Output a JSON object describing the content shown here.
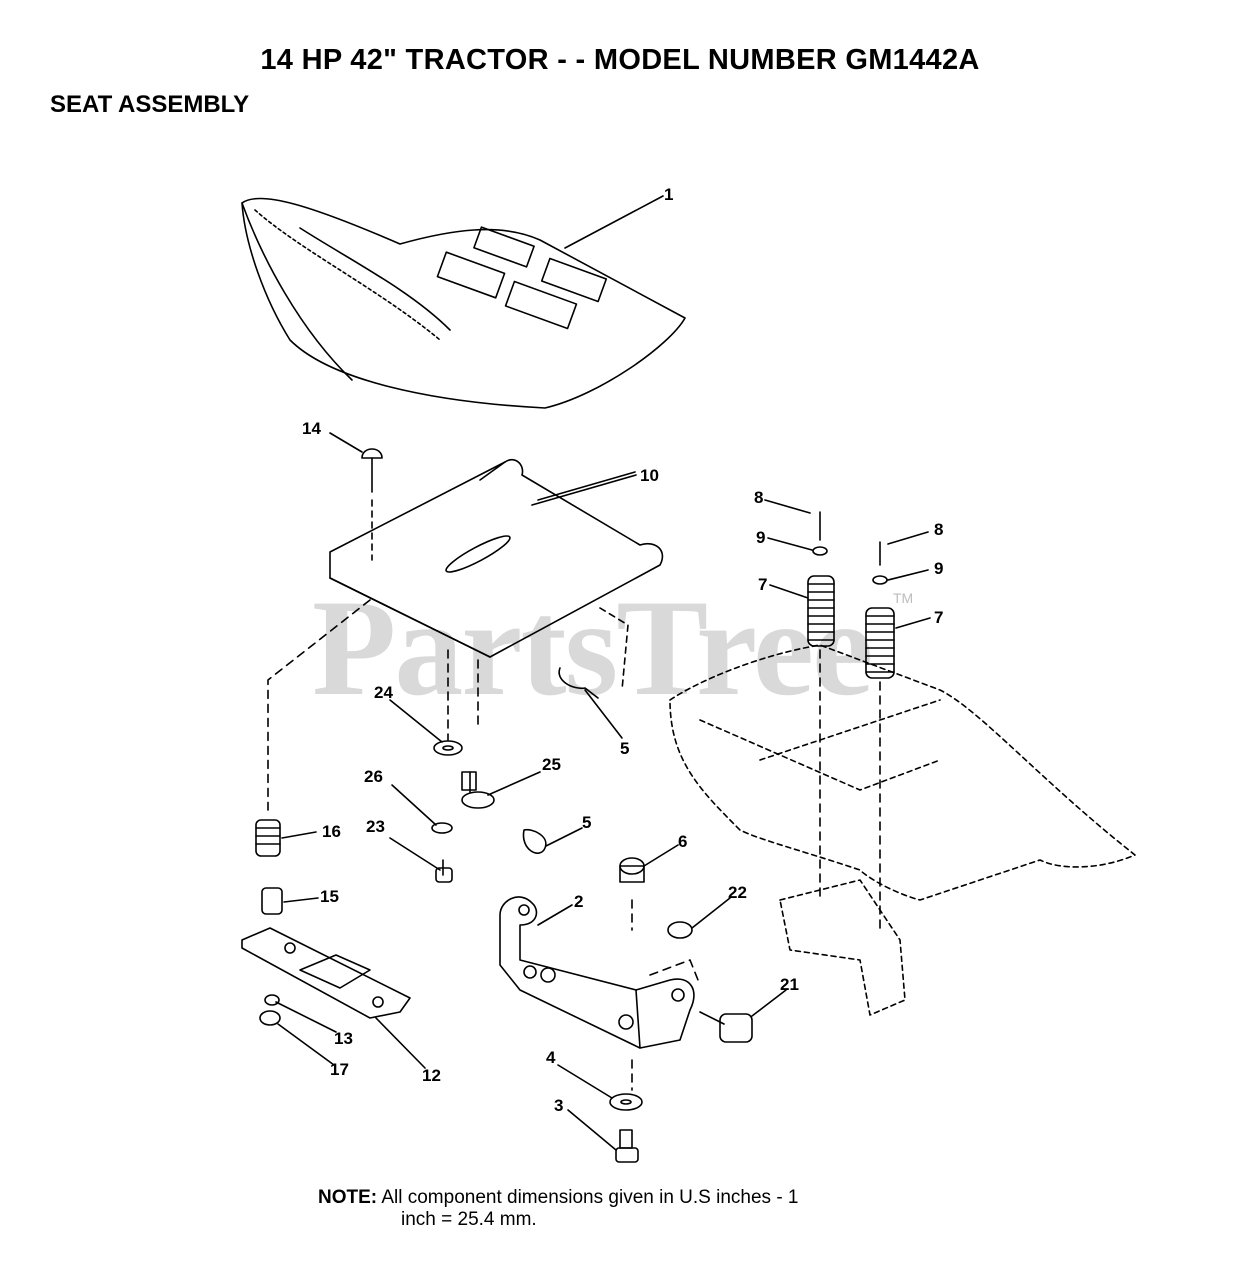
{
  "header": {
    "title": "14 HP 42\" TRACTOR - - MODEL NUMBER GM1442A",
    "subtitle": "SEAT ASSEMBLY"
  },
  "watermark": {
    "text": "PartsTree",
    "trademark": "TM"
  },
  "callouts": [
    {
      "id": "c1",
      "text": "1"
    },
    {
      "id": "c14",
      "text": "14"
    },
    {
      "id": "c10",
      "text": "10"
    },
    {
      "id": "c8a",
      "text": "8"
    },
    {
      "id": "c9a",
      "text": "9"
    },
    {
      "id": "c7a",
      "text": "7"
    },
    {
      "id": "c8b",
      "text": "8"
    },
    {
      "id": "c9b",
      "text": "9"
    },
    {
      "id": "c7b",
      "text": "7"
    },
    {
      "id": "c24",
      "text": "24"
    },
    {
      "id": "c5a",
      "text": "5"
    },
    {
      "id": "c25",
      "text": "25"
    },
    {
      "id": "c26",
      "text": "26"
    },
    {
      "id": "c23",
      "text": "23"
    },
    {
      "id": "c16",
      "text": "16"
    },
    {
      "id": "c5b",
      "text": "5"
    },
    {
      "id": "c6",
      "text": "6"
    },
    {
      "id": "c15",
      "text": "15"
    },
    {
      "id": "c2",
      "text": "2"
    },
    {
      "id": "c22",
      "text": "22"
    },
    {
      "id": "c21",
      "text": "21"
    },
    {
      "id": "c13",
      "text": "13"
    },
    {
      "id": "c17",
      "text": "17"
    },
    {
      "id": "c12",
      "text": "12"
    },
    {
      "id": "c4",
      "text": "4"
    },
    {
      "id": "c3",
      "text": "3"
    }
  ],
  "note": {
    "label": "NOTE:",
    "line1": "All component dimensions given in U.S  inches - 1",
    "line2": "inch = 25.4 mm."
  }
}
